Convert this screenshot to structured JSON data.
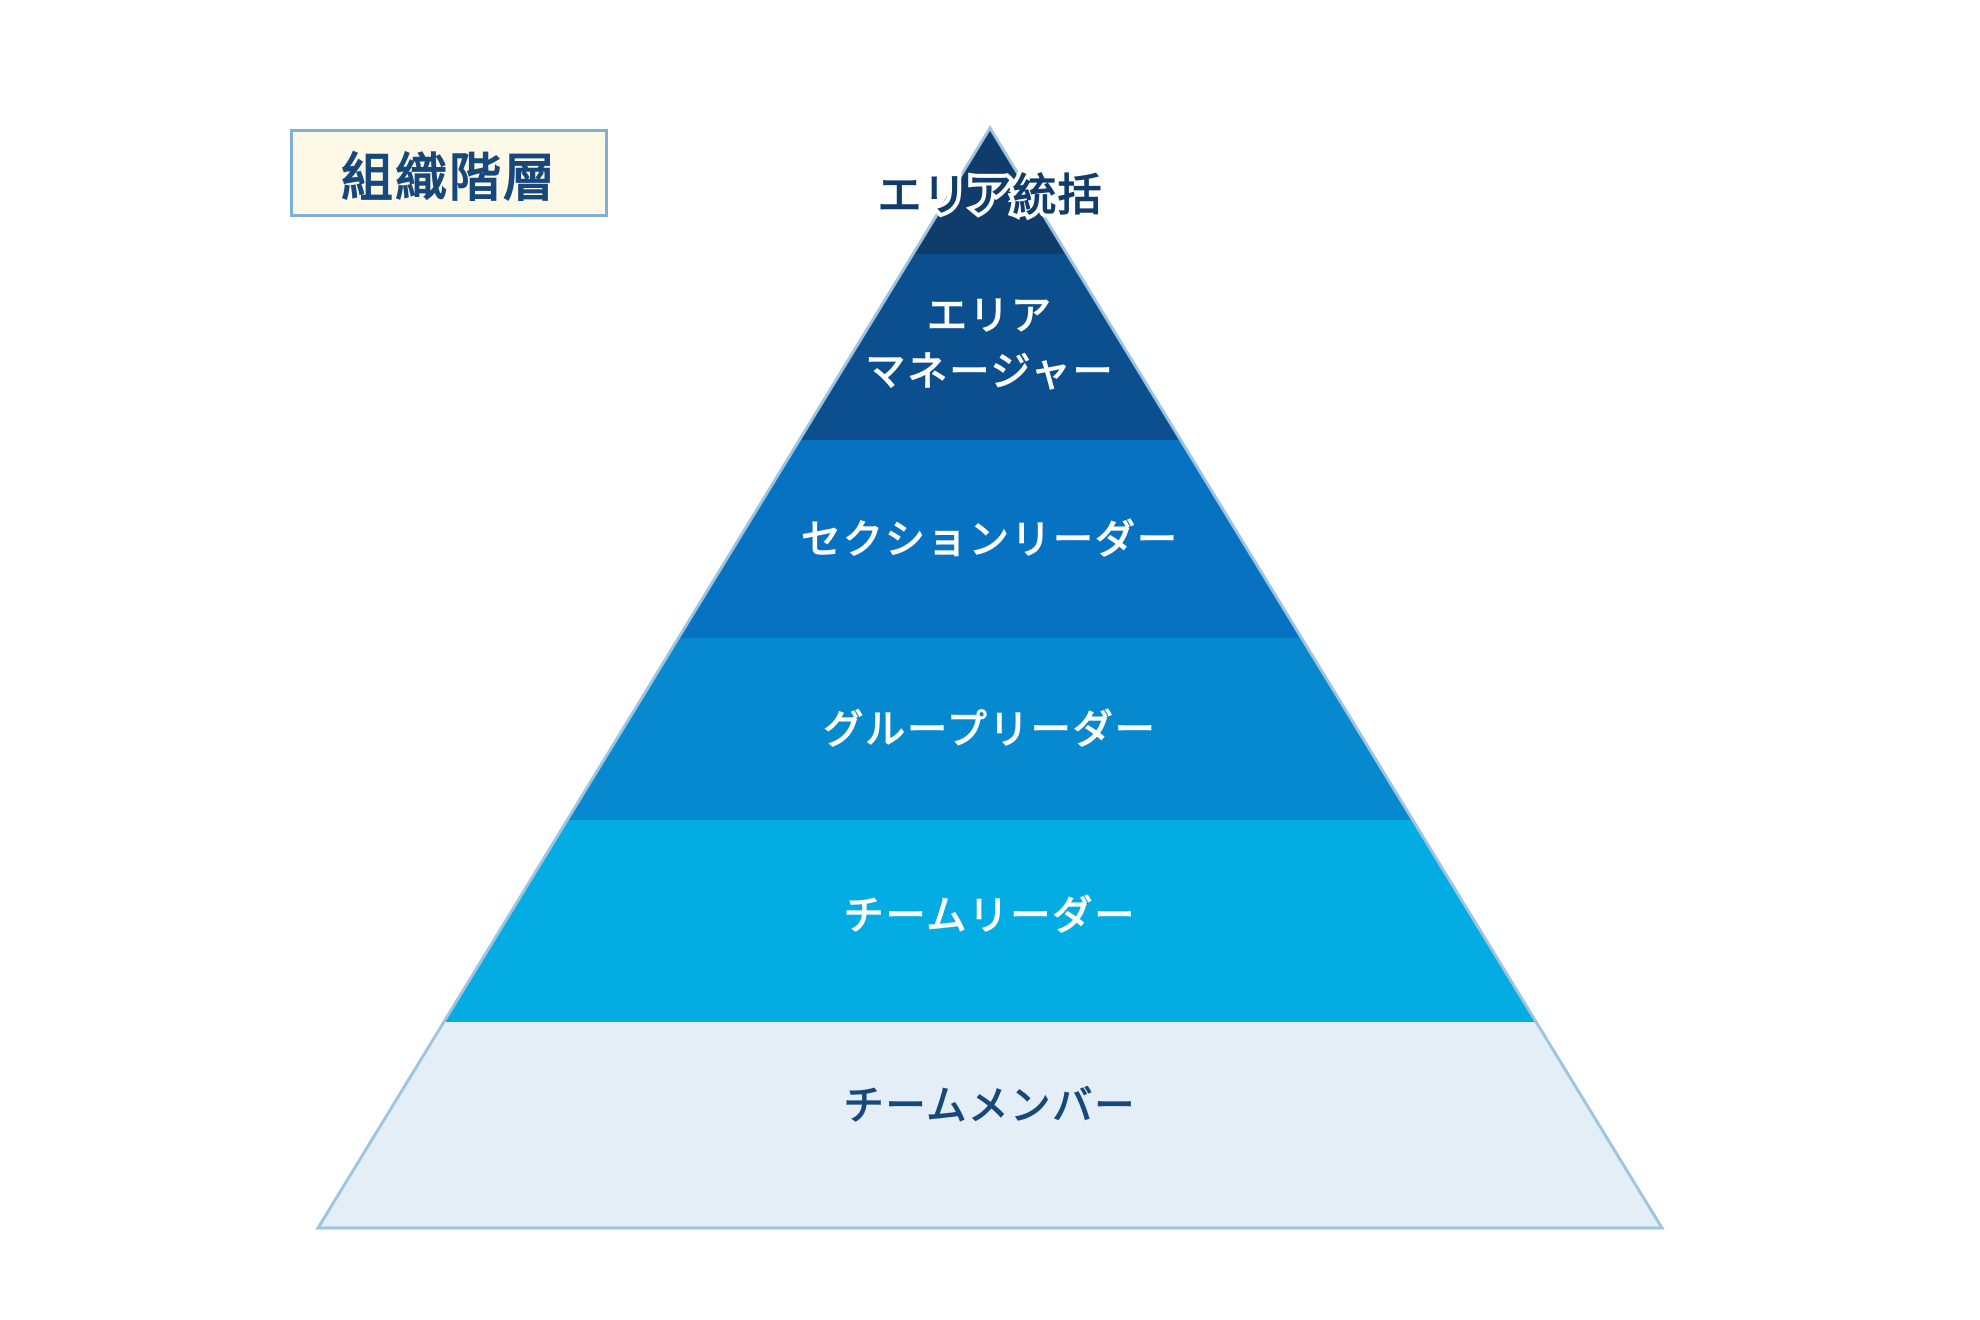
{
  "title": "組織階層",
  "colors": {
    "title_bg": "#fdf9e6",
    "title_border": "#7fb0d8",
    "title_text": "#17487c",
    "outline": "#9ec4e0"
  },
  "tiers": [
    {
      "label": "エリア統括",
      "fill": "#0f3c6b",
      "text_color": "#0f3c6b",
      "stroke": "#ffffff"
    },
    {
      "label_line1": "エリア",
      "label_line2": "マネージャー",
      "fill": "#0b4f8f",
      "text_color": "#ffffff"
    },
    {
      "label": "セクションリーダー",
      "fill": "#0772c2",
      "text_color": "#ffffff"
    },
    {
      "label": "グループリーダー",
      "fill": "#0789cf",
      "text_color": "#ffffff"
    },
    {
      "label": "チームリーダー",
      "fill": "#04ace4",
      "text_color": "#ffffff"
    },
    {
      "label": "チームメンバー",
      "fill": "#e3eef6",
      "text_color": "#17487c"
    }
  ]
}
